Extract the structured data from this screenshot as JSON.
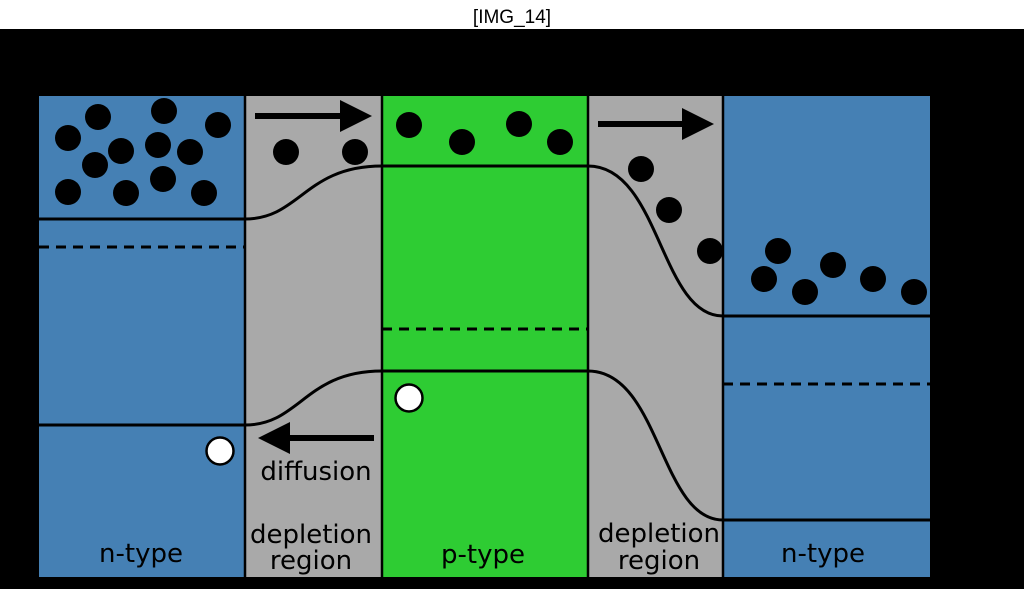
{
  "caption": "[IMG_14]",
  "regions": {
    "n_left": "n-type",
    "dep_left_1": "depletion",
    "dep_left_2": "region",
    "p_mid": "p-type",
    "dep_right_1": "depletion",
    "dep_right_2": "region",
    "n_right": "n-type"
  },
  "labels": {
    "diffusion": "diffusion"
  },
  "colors": {
    "n_type": "#4580B4",
    "p_type": "#2ECC33",
    "depletion": "#A9A9A9",
    "background": "#000000"
  }
}
